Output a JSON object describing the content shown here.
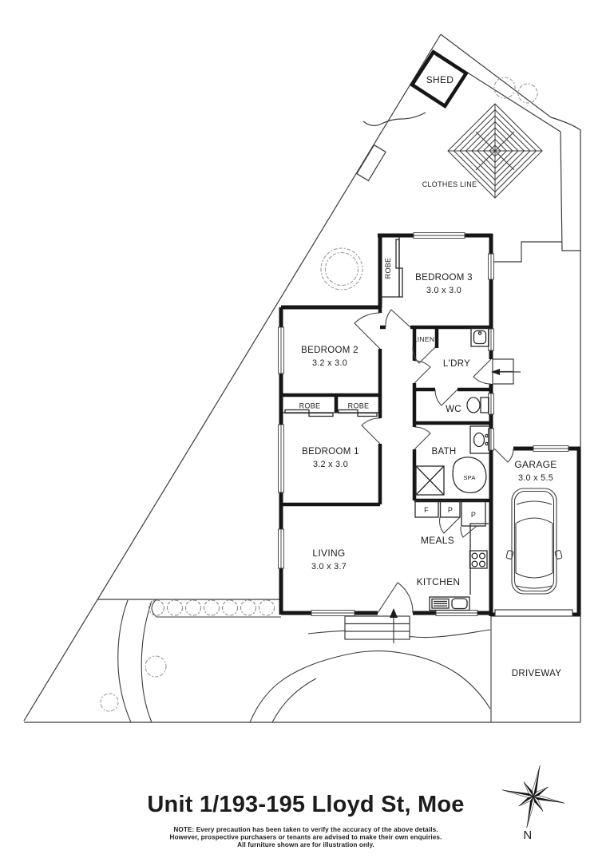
{
  "title": "Unit 1/193-195 Lloyd St, Moe",
  "disclaimer": {
    "line1": "NOTE: Every precaution has been taken to verify the accuracy of the above details.",
    "line2": "However, prospective purchasers or tenants are advised to make their own enquiries.",
    "line3": "All furniture shown are for illustration only."
  },
  "compass": {
    "north": "N"
  },
  "outdoor": {
    "shed": "SHED",
    "clothes_line": "CLOTHES LINE",
    "driveway": "DRIVEWAY"
  },
  "rooms": {
    "bedroom3": {
      "name": "BEDROOM 3",
      "dims": "3.0 x 3.0"
    },
    "bedroom2": {
      "name": "BEDROOM 2",
      "dims": "3.2 x 3.0"
    },
    "bedroom1": {
      "name": "BEDROOM 1",
      "dims": "3.2 x 3.0"
    },
    "living": {
      "name": "LIVING",
      "dims": "3.0 x 3.7"
    },
    "garage": {
      "name": "GARAGE",
      "dims": "3.0 x 5.5"
    },
    "laundry": {
      "name": "L'DRY"
    },
    "wc": {
      "name": "WC"
    },
    "bath": {
      "name": "BATH"
    },
    "meals": {
      "name": "MEALS"
    },
    "kitchen": {
      "name": "KITCHEN"
    },
    "linen": {
      "name": "LINEN"
    },
    "spa": {
      "name": "SPA"
    }
  },
  "storage": {
    "robe_bed3": "ROBE",
    "robe_left": "ROBE",
    "robe_right": "ROBE",
    "fridge": "F",
    "pantry1": "P",
    "pantry2": "P"
  },
  "colors": {
    "wall": "#161616",
    "line": "#3c3c3c",
    "text": "#1c1c1c",
    "vegetation": "#999999"
  }
}
